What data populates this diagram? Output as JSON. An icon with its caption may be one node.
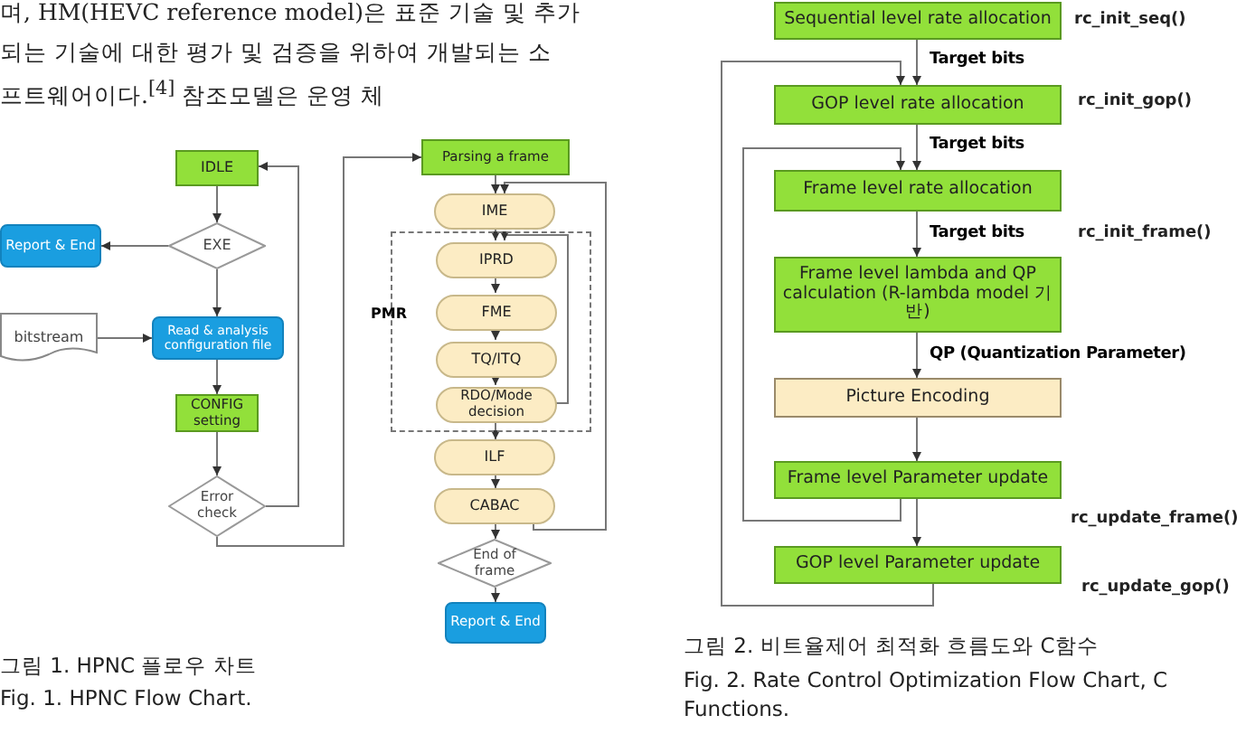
{
  "diagram": {
    "nodes": [
      {
        "text": [
          "IDLE"
        ]
      },
      {
        "text": [
          "EXE"
        ]
      },
      {
        "text": [
          "Report & End"
        ]
      },
      {
        "text": [
          "bitstream"
        ]
      },
      {
        "text": [
          "Read & analysis configuration file"
        ]
      },
      {
        "text": [
          "CONFIG setting"
        ]
      },
      {
        "text": [
          "Error check"
        ]
      },
      {
        "text": [
          "Parsing a frame"
        ]
      },
      {
        "text": [
          "IME"
        ]
      },
      {
        "text": [
          "PMR"
        ]
      },
      {
        "text": [
          "IPRD"
        ],
        "in": 9
      },
      {
        "text": [
          "FME"
        ],
        "in": 9
      },
      {
        "text": [
          "TQ/ITQ"
        ],
        "in": 9
      },
      {
        "text": [
          "RDO/Mode decision"
        ],
        "in": 9
      },
      {
        "text": [
          "ILF"
        ]
      },
      {
        "text": [
          "CABAC"
        ]
      },
      {
        "text": [
          "End of frame"
        ]
      },
      {
        "text": [
          "Report & End"
        ]
      },
      {
        "text": [
          "Sequential level rate allocation"
        ]
      },
      {
        "text": [
          "GOP level rate allocation"
        ]
      },
      {
        "text": [
          "Frame level rate allocation"
        ]
      },
      {
        "text": [
          "Frame level lambda and QP calculation (R-lambda model 기반)"
        ]
      },
      {
        "text": [
          "Picture Encoding"
        ]
      },
      {
        "text": [
          "Frame level Parameter update"
        ]
      },
      {
        "text": [
          "GOP level Parameter update"
        ]
      }
    ],
    "edges": [
      {
        "from": 0,
        "to": 1,
        "arrow": "to"
      },
      {
        "from": 1,
        "to": 2,
        "arrow": "to"
      },
      {
        "from": 1,
        "to": 4,
        "arrow": "to"
      },
      {
        "from": 3,
        "to": 4,
        "arrow": "to"
      },
      {
        "from": 4,
        "to": 5,
        "arrow": "to"
      },
      {
        "from": 5,
        "to": 6,
        "arrow": "to"
      },
      {
        "from": 6,
        "to": 0,
        "arrow": "to"
      },
      {
        "from": 6,
        "to": 7,
        "arrow": "to"
      },
      {
        "from": 7,
        "to": 8,
        "arrow": "to"
      },
      {
        "from": 8,
        "to": 10,
        "arrow": "to"
      },
      {
        "from": 10,
        "to": 11,
        "arrow": "to"
      },
      {
        "from": 11,
        "to": 12,
        "arrow": "to"
      },
      {
        "from": 12,
        "to": 13,
        "arrow": "to"
      },
      {
        "from": 13,
        "to": 10,
        "arrow": "to"
      },
      {
        "from": 13,
        "to": 14,
        "arrow": "to"
      },
      {
        "from": 14,
        "to": 15,
        "arrow": "to"
      },
      {
        "from": 15,
        "to": 8,
        "arrow": "to"
      },
      {
        "from": 15,
        "to": 16,
        "arrow": "to"
      },
      {
        "from": 16,
        "to": 17,
        "arrow": "to"
      },
      {
        "from": 18,
        "to": 19,
        "arrow": "to",
        "label": "Target bits"
      },
      {
        "from": 19,
        "to": 20,
        "arrow": "to",
        "label": "Target bits"
      },
      {
        "from": 20,
        "to": 21,
        "arrow": "to",
        "label": "Target bits"
      },
      {
        "from": 21,
        "to": 22,
        "arrow": "to",
        "label": "QP (Quantization Parameter)"
      },
      {
        "from": 22,
        "to": 23,
        "arrow": "to"
      },
      {
        "from": 23,
        "to": 24,
        "arrow": "to"
      },
      {
        "from": 23,
        "to": 20,
        "arrow": "to"
      },
      {
        "from": 24,
        "to": 19,
        "arrow": "to"
      }
    ],
    "labels": [
      "며, HM(HEVC reference model)은 표준 기술 및 추가",
      "되는 기술에 대한 평가 및 검증을 위하여 개발되는 소",
      "프트웨어이다.$^{[4]}$ 참조모델은 운영 체",
      "rc_init_seq()",
      "rc_init_gop()",
      "rc_init_frame()",
      "rc_update_frame()",
      "rc_update_gop()",
      "그림 1. HPNC 플로우 차트",
      "Fig. 1. HPNC Flow Chart.",
      "그림 2. 비트율제어 최적화 흐름도와 C함수",
      "Fig. 2. Rate Control Optimization Flow Chart, C Functions."
    ]
  }
}
